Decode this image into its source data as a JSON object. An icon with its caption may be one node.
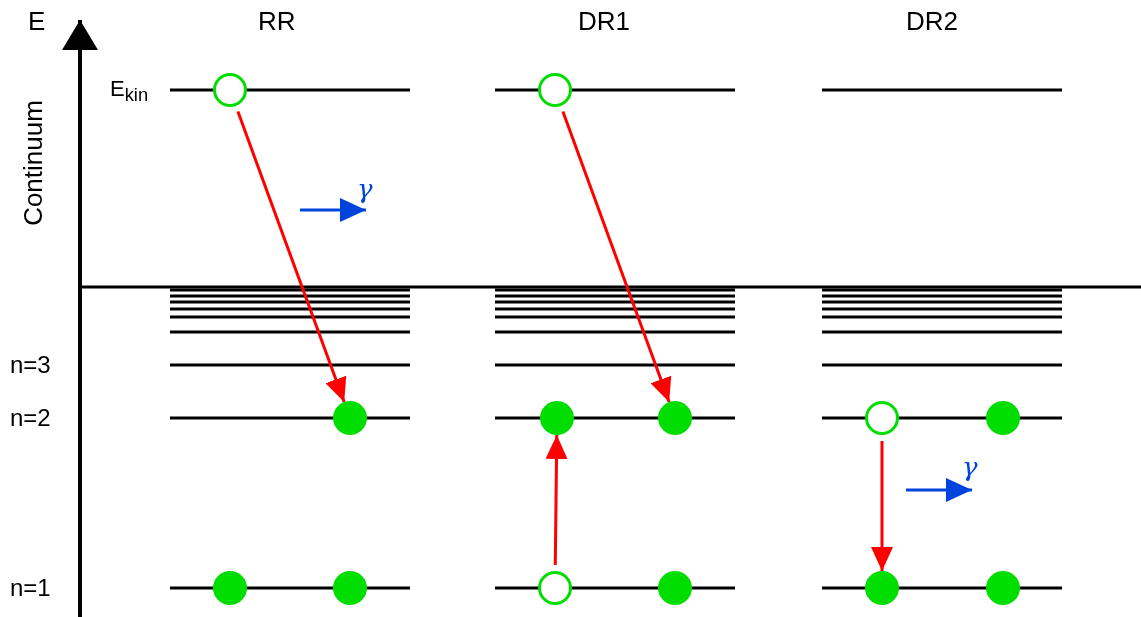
{
  "diagram": {
    "nodes": [
      {
        "text": [],
        "shape": "circle"
      },
      {
        "text": [],
        "shape": "circle"
      },
      {
        "text": [],
        "shape": "dot"
      },
      {
        "text": [],
        "shape": "dot"
      },
      {
        "text": [],
        "shape": "dot"
      },
      {
        "text": [],
        "shape": "circle"
      },
      {
        "text": [],
        "shape": "dot"
      },
      {
        "text": [],
        "shape": "dot"
      },
      {
        "text": [],
        "shape": "dot"
      },
      {
        "text": [],
        "shape": "circle"
      },
      {
        "text": [],
        "shape": "dot"
      },
      {
        "text": [],
        "shape": "dot"
      },
      {
        "text": [],
        "shape": "dot"
      }
    ],
    "edges": [
      {
        "from": 0,
        "to": 2,
        "arrow": "to"
      },
      {
        "from": 9,
        "to": 3,
        "arrow": "to"
      },
      {
        "from": 1,
        "to": 4,
        "arrow": "to"
      },
      {
        "from": 5,
        "to": 11,
        "arrow": "to"
      }
    ],
    "labels": [
      "E",
      "RR",
      "DR1",
      "DR2",
      "E$_{kin}$",
      "γ",
      "Continuum",
      "n=3",
      "n=2",
      "γ",
      "n=1"
    ]
  }
}
